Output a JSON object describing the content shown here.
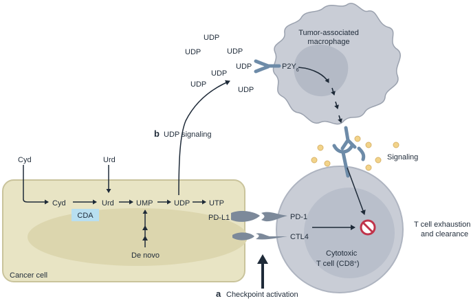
{
  "cell_metabolism": {
    "cyd_outside": "Cyd",
    "urd_outside": "Urd",
    "cyd_inside": "Cyd",
    "urd_inside": "Urd",
    "ump": "UMP",
    "udp": "UDP",
    "utp": "UTP",
    "enzyme": "CDA",
    "de_novo": "De novo"
  },
  "labels": {
    "cancer_cell": "Cancer cell",
    "macrophage_line1": "Tumor-associated",
    "macrophage_line2": "macrophage",
    "receptor_p2y": "P2Y",
    "receptor_sub": "6",
    "signaling": "Signaling",
    "pdl1": "PD-L1",
    "pd1": "PD-1",
    "ctl4": "CTL4",
    "tcell_line1": "Cytotoxic",
    "tcell_line2": "T cell (CD8",
    "tcell_sup": "+",
    "tcell_close": ")",
    "outcome_line1": "T cell exhaustion",
    "outcome_line2": "and clearance"
  },
  "pathways": {
    "b_letter": "b",
    "b_text": "UDP signaling",
    "a_letter": "a",
    "a_text": "Checkpoint activation"
  },
  "udp_molecules": [
    "UDP",
    "UDP",
    "UDP",
    "UDP",
    "UDP",
    "UDP",
    "UDP"
  ],
  "colors": {
    "cancer_fill": "#e8e4c4",
    "cancer_stroke": "#c9c39b",
    "cell_gray": "#c9cdd6",
    "receptor_blue": "#6d8ba8",
    "arrow_navy": "#1e2a38",
    "inhibit_red": "#c0334a",
    "dot_yellow": "#f2d38a"
  }
}
